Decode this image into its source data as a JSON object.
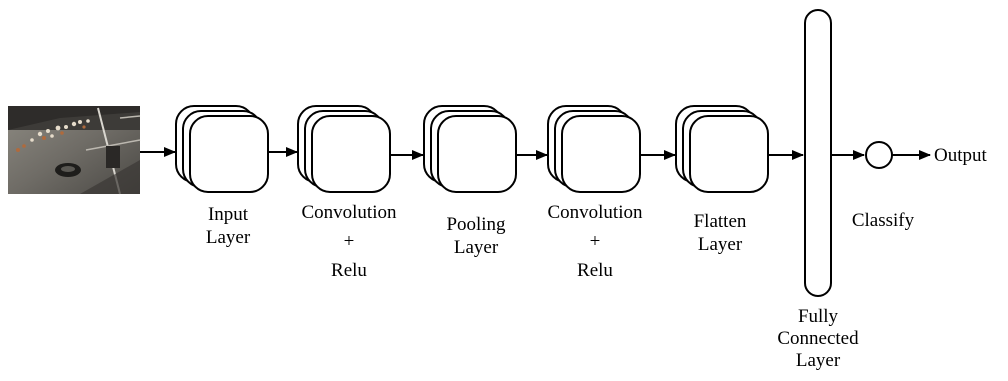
{
  "diagram": {
    "layers": [
      {
        "lines": [
          "Input",
          "Layer"
        ]
      },
      {
        "lines": [
          "Convolution",
          "+",
          "Relu"
        ]
      },
      {
        "lines": [
          "Pooling",
          "Layer"
        ]
      },
      {
        "lines": [
          "Convolution",
          "+",
          "Relu"
        ]
      },
      {
        "lines": [
          "Flatten",
          "Layer"
        ]
      }
    ],
    "fully_connected": {
      "lines": [
        "Fully",
        "Connected",
        "Layer"
      ]
    },
    "classify_label": "Classify",
    "output_label": "Output",
    "input_image": {
      "description_icon": "chicken-farm-photo"
    },
    "colors": {
      "stroke": "#000000",
      "fill": "#ffffff",
      "text": "#000000"
    }
  }
}
